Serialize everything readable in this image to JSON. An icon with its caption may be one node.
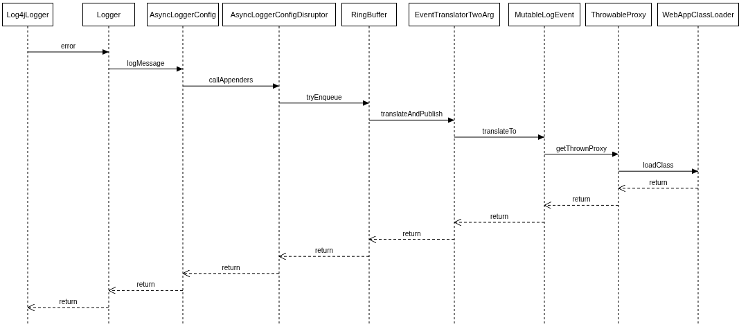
{
  "diagram": {
    "nodes": [
      {
        "text": [
          "Log4jLogger"
        ]
      },
      {
        "text": [
          "Logger"
        ]
      },
      {
        "text": [
          "AsyncLoggerConfig"
        ]
      },
      {
        "text": [
          "AsyncLoggerConfigDisruptor"
        ]
      },
      {
        "text": [
          "RingBuffer"
        ]
      },
      {
        "text": [
          "EventTranslatorTwoArg"
        ]
      },
      {
        "text": [
          "MutableLogEvent"
        ]
      },
      {
        "text": [
          "ThrowableProxy"
        ]
      },
      {
        "text": [
          "WebAppClassLoader"
        ]
      }
    ],
    "edges": [
      {
        "from": 0,
        "to": 1,
        "arrow": "to",
        "label": "error"
      },
      {
        "from": 1,
        "to": 2,
        "arrow": "to",
        "label": "logMessage"
      },
      {
        "from": 2,
        "to": 3,
        "arrow": "to",
        "label": "callAppenders"
      },
      {
        "from": 3,
        "to": 4,
        "arrow": "to",
        "label": "tryEnqueue"
      },
      {
        "from": 4,
        "to": 5,
        "arrow": "to",
        "label": "translateAndPublish"
      },
      {
        "from": 5,
        "to": 6,
        "arrow": "to",
        "label": "translateTo"
      },
      {
        "from": 6,
        "to": 7,
        "arrow": "to",
        "label": "getThrownProxy"
      },
      {
        "from": 7,
        "to": 8,
        "arrow": "to",
        "label": "loadClass"
      },
      {
        "from": 8,
        "to": 7,
        "arrow": "to",
        "label": "return",
        "style": "dashed"
      },
      {
        "from": 7,
        "to": 6,
        "arrow": "to",
        "label": "return",
        "style": "dashed"
      },
      {
        "from": 6,
        "to": 5,
        "arrow": "to",
        "label": "return",
        "style": "dashed"
      },
      {
        "from": 5,
        "to": 4,
        "arrow": "to",
        "label": "return",
        "style": "dashed"
      },
      {
        "from": 4,
        "to": 3,
        "arrow": "to",
        "label": "return",
        "style": "dashed"
      },
      {
        "from": 3,
        "to": 2,
        "arrow": "to",
        "label": "return",
        "style": "dashed"
      },
      {
        "from": 2,
        "to": 1,
        "arrow": "to",
        "label": "return",
        "style": "dashed"
      },
      {
        "from": 1,
        "to": 0,
        "arrow": "to",
        "label": "return",
        "style": "dashed"
      }
    ]
  }
}
